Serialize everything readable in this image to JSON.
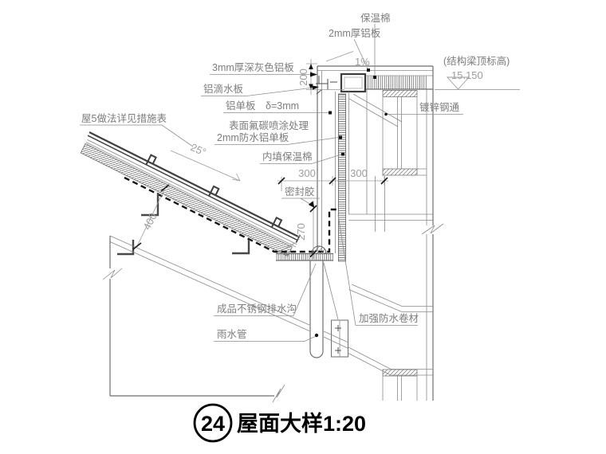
{
  "drawing": {
    "labels": {
      "insulation_top": "保温棉",
      "alum_cap": "2mm厚铝板",
      "slope_pct": "1%",
      "elev_note": "(结构梁顶标高)",
      "elev_value": "15.150",
      "alum_panel_dark": "3mm厚深灰色铝板",
      "alum_drip": "铝滴水板",
      "alum_sheet": "铝单板",
      "alum_sheet_spec": "δ=3mm",
      "surface_note": "表面氟碳喷涂处理",
      "waterproof_alum": "2mm防水铝单板",
      "infill_insulation": "内填保温棉",
      "sealant": "密封胶",
      "roof5_note": "屋5做法详见措施表",
      "galv_steel": "镀锌钢通",
      "gutter": "成品不锈钢排水沟",
      "rain_pipe": "雨水管",
      "reinforced_wp": "加强防水卷材"
    },
    "dims": {
      "d200": "200",
      "d300a": "300",
      "d300b": "300",
      "d270": "270",
      "d400": "400",
      "angle": "25°"
    },
    "title": {
      "number": "24",
      "text": "屋面大样1:20"
    }
  }
}
